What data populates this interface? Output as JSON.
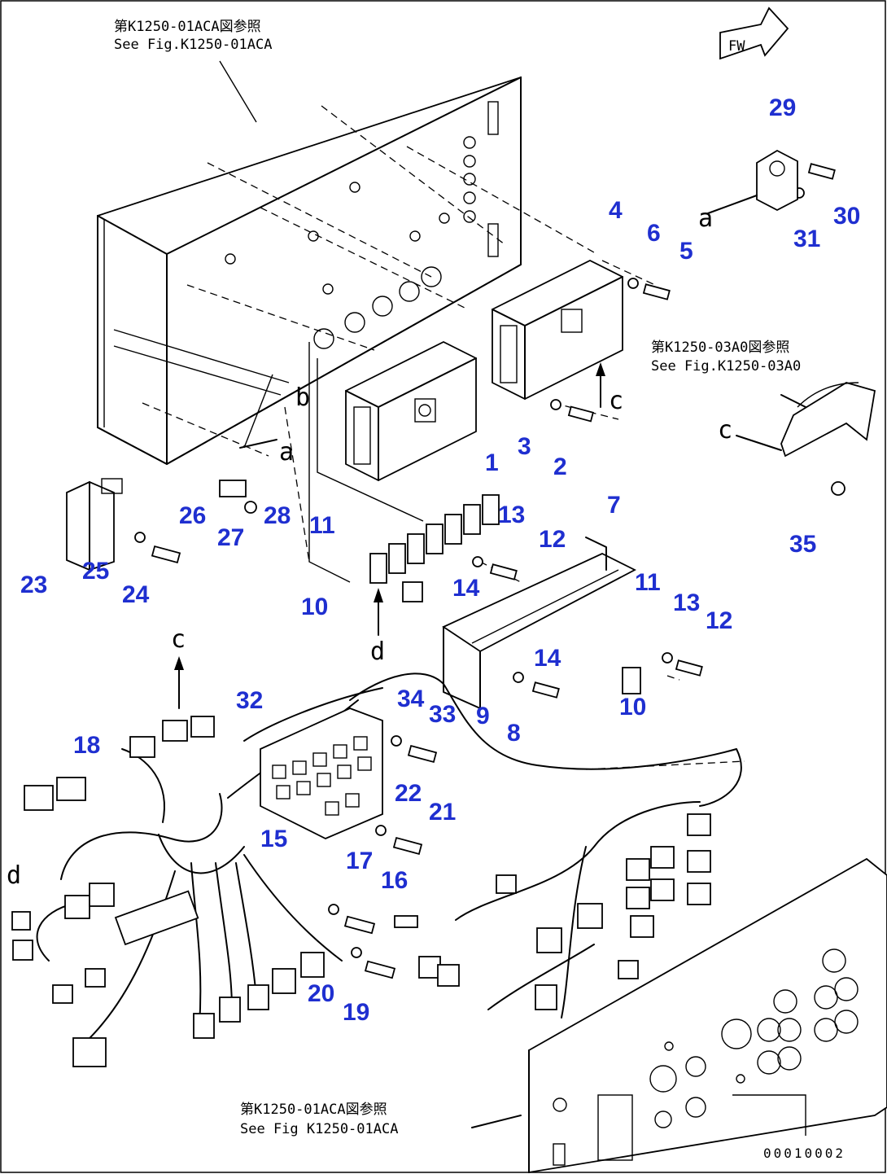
{
  "references": [
    {
      "id": "ref-top-jp",
      "text": "第K1250-01ACA図参照"
    },
    {
      "id": "ref-top-en",
      "text": "See Fig.K1250-01ACA"
    },
    {
      "id": "ref-right-jp",
      "text": "第K1250-03A0図参照"
    },
    {
      "id": "ref-right-en",
      "text": "See Fig.K1250-03A0"
    },
    {
      "id": "ref-bottom-jp",
      "text": "第K1250-01ACA図参照"
    },
    {
      "id": "ref-bottom-en",
      "text": "See Fig K1250-01ACA"
    }
  ],
  "direction_label": "FW",
  "drawing_code": "00010002",
  "view_letters": [
    "a",
    "b",
    "c",
    "d"
  ],
  "part_labels": [
    {
      "n": "1"
    },
    {
      "n": "2"
    },
    {
      "n": "3"
    },
    {
      "n": "4"
    },
    {
      "n": "5"
    },
    {
      "n": "6"
    },
    {
      "n": "7"
    },
    {
      "n": "8"
    },
    {
      "n": "9"
    },
    {
      "n": "10"
    },
    {
      "n": "10"
    },
    {
      "n": "11"
    },
    {
      "n": "11"
    },
    {
      "n": "12"
    },
    {
      "n": "12"
    },
    {
      "n": "13"
    },
    {
      "n": "13"
    },
    {
      "n": "14"
    },
    {
      "n": "14"
    },
    {
      "n": "15"
    },
    {
      "n": "16"
    },
    {
      "n": "17"
    },
    {
      "n": "18"
    },
    {
      "n": "19"
    },
    {
      "n": "20"
    },
    {
      "n": "21"
    },
    {
      "n": "22"
    },
    {
      "n": "23"
    },
    {
      "n": "24"
    },
    {
      "n": "25"
    },
    {
      "n": "26"
    },
    {
      "n": "27"
    },
    {
      "n": "28"
    },
    {
      "n": "29"
    },
    {
      "n": "30"
    },
    {
      "n": "31"
    },
    {
      "n": "32"
    },
    {
      "n": "33"
    },
    {
      "n": "34"
    },
    {
      "n": "35"
    }
  ],
  "colors": {
    "label": "#1f2fd0",
    "line": "#000000",
    "background": "#ffffff"
  }
}
